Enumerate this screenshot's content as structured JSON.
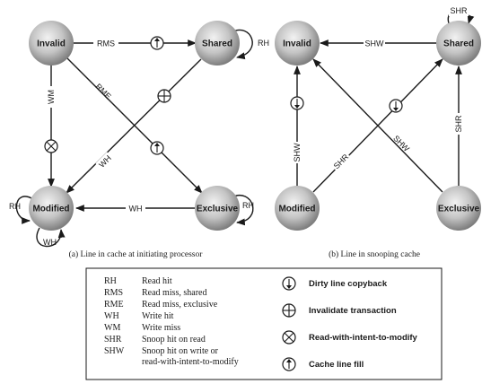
{
  "panel_a": {
    "caption": "(a) Line in cache at initiating processor",
    "nodes": {
      "invalid": "Invalid",
      "shared": "Shared",
      "modified": "Modified",
      "exclusive": "Exclusive"
    },
    "edges": {
      "invalid_to_shared": "RMS",
      "shared_self": "RH",
      "invalid_to_modified": "WM",
      "invalid_to_exclusive": "RME",
      "shared_to_modified": "WH",
      "exclusive_to_modified": "WH",
      "modified_self_left": "RH",
      "modified_self_bottom": "WH",
      "exclusive_self": "RH"
    }
  },
  "panel_b": {
    "caption": "(b) Line in snooping cache",
    "nodes": {
      "invalid": "Invalid",
      "shared": "Shared",
      "modified": "Modified",
      "exclusive": "Exclusive"
    },
    "edges": {
      "shared_to_invalid": "SHW",
      "shared_self": "SHR",
      "modified_to_invalid": "SHW",
      "exclusive_to_invalid": "SHW",
      "modified_to_shared": "SHR",
      "exclusive_to_shared": "SHR"
    }
  },
  "legend": {
    "abbreviations": [
      {
        "abbr": "RH",
        "desc": "Read hit"
      },
      {
        "abbr": "RMS",
        "desc": "Read miss, shared"
      },
      {
        "abbr": "RME",
        "desc": "Read miss, exclusive"
      },
      {
        "abbr": "WH",
        "desc": "Write hit"
      },
      {
        "abbr": "WM",
        "desc": "Write miss"
      },
      {
        "abbr": "SHR",
        "desc": "Snoop hit on read"
      },
      {
        "abbr": "SHW",
        "desc": "Snoop hit on write or"
      }
    ],
    "shw_continuation": "read-with-intent-to-modify",
    "symbols": [
      {
        "icon": "dirty-line-copyback-icon",
        "label": "Dirty line copyback"
      },
      {
        "icon": "invalidate-transaction-icon",
        "label": "Invalidate transaction"
      },
      {
        "icon": "read-with-intent-to-modify-icon",
        "label": "Read-with-intent-to-modify"
      },
      {
        "icon": "cache-line-fill-icon",
        "label": "Cache line fill"
      }
    ]
  }
}
